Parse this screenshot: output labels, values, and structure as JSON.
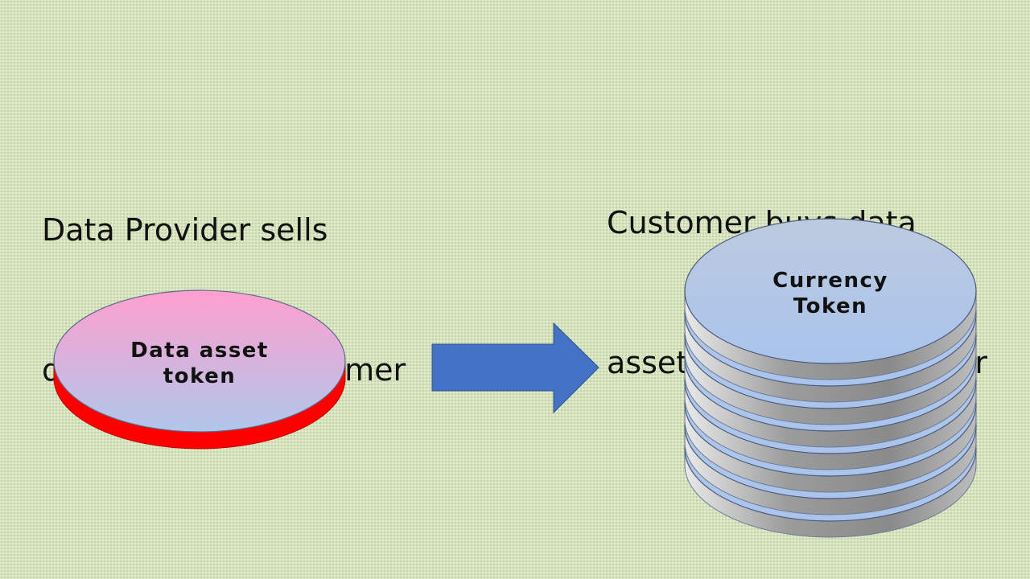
{
  "left_caption": {
    "lines": [
      "Data Provider sells",
      "data  asset to costumer"
    ]
  },
  "right_caption": {
    "lines": [
      "Customer buys data",
      "asset from Data Provider"
    ]
  },
  "data_token": {
    "label_lines": [
      "Data asset",
      "token"
    ],
    "top_color_start": "#ff9fcf",
    "top_color_end": "#afc7ea",
    "edge_color": "#ff0000"
  },
  "transfer_arrow": {
    "direction": "right",
    "color": "#4472c4"
  },
  "currency_stack": {
    "label_lines": [
      "Currency",
      "Token"
    ],
    "layer_count": 8,
    "top_color_start": "#bdcadf",
    "top_color_end": "#a9c4ec",
    "edge_color": "#a6a6a6"
  }
}
